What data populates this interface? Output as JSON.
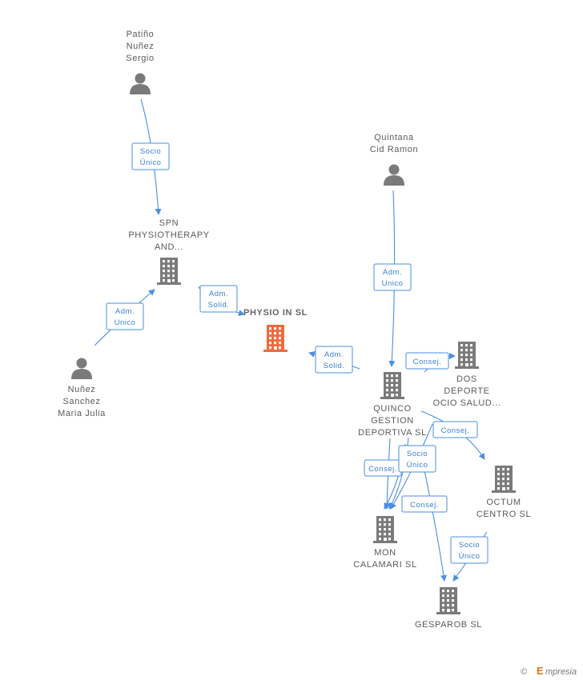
{
  "persons": [
    {
      "id": "patino",
      "label": [
        "Patiño",
        "Nuñez",
        "Sergio"
      ]
    },
    {
      "id": "quintana",
      "label": [
        "Quintana",
        "Cid Ramon"
      ]
    },
    {
      "id": "nunez",
      "label": [
        "Nuñez",
        "Sanchez",
        "Maria Julia"
      ]
    }
  ],
  "companies": [
    {
      "id": "spn",
      "label": [
        "SPN",
        "PHYSIOTHERAPY",
        "AND..."
      ]
    },
    {
      "id": "physio",
      "label": [
        "PHYSIO IN  SL"
      ],
      "main": true
    },
    {
      "id": "quinco",
      "label": [
        "QUINCO",
        "GESTION",
        "DEPORTIVA SL"
      ]
    },
    {
      "id": "dos",
      "label": [
        "DOS",
        "DEPORTE",
        "OCIO SALUD..."
      ]
    },
    {
      "id": "octum",
      "label": [
        "OCTUM",
        "CENTRO SL"
      ]
    },
    {
      "id": "mon",
      "label": [
        "MON",
        "CALAMARI SL"
      ]
    },
    {
      "id": "gesparob",
      "label": [
        "GESPAROB  SL"
      ]
    }
  ],
  "relations": [
    {
      "id": "r1",
      "label": [
        "Socio",
        "Único"
      ]
    },
    {
      "id": "r2",
      "label": [
        "Adm.",
        "Unico"
      ]
    },
    {
      "id": "r3",
      "label": [
        "Adm.",
        "Solid."
      ]
    },
    {
      "id": "r4",
      "label": [
        "Adm.",
        "Unico"
      ]
    },
    {
      "id": "r5",
      "label": [
        "Adm.",
        "Solid."
      ]
    },
    {
      "id": "r6",
      "label": [
        "Consej."
      ]
    },
    {
      "id": "r7",
      "label": [
        "Consej."
      ]
    },
    {
      "id": "r8",
      "label": [
        "Consej."
      ]
    },
    {
      "id": "r9",
      "label": [
        "Socio",
        "Único"
      ]
    },
    {
      "id": "r10",
      "label": [
        "Consej."
      ]
    },
    {
      "id": "r11",
      "label": [
        "Socio",
        "Único"
      ]
    }
  ],
  "brand": {
    "copyright": "©",
    "e": "E",
    "name": "mpresia"
  },
  "colors": {
    "edge": "#4a8fe0",
    "building": "#7a7a7a",
    "main_building": "#ee6a3c"
  }
}
